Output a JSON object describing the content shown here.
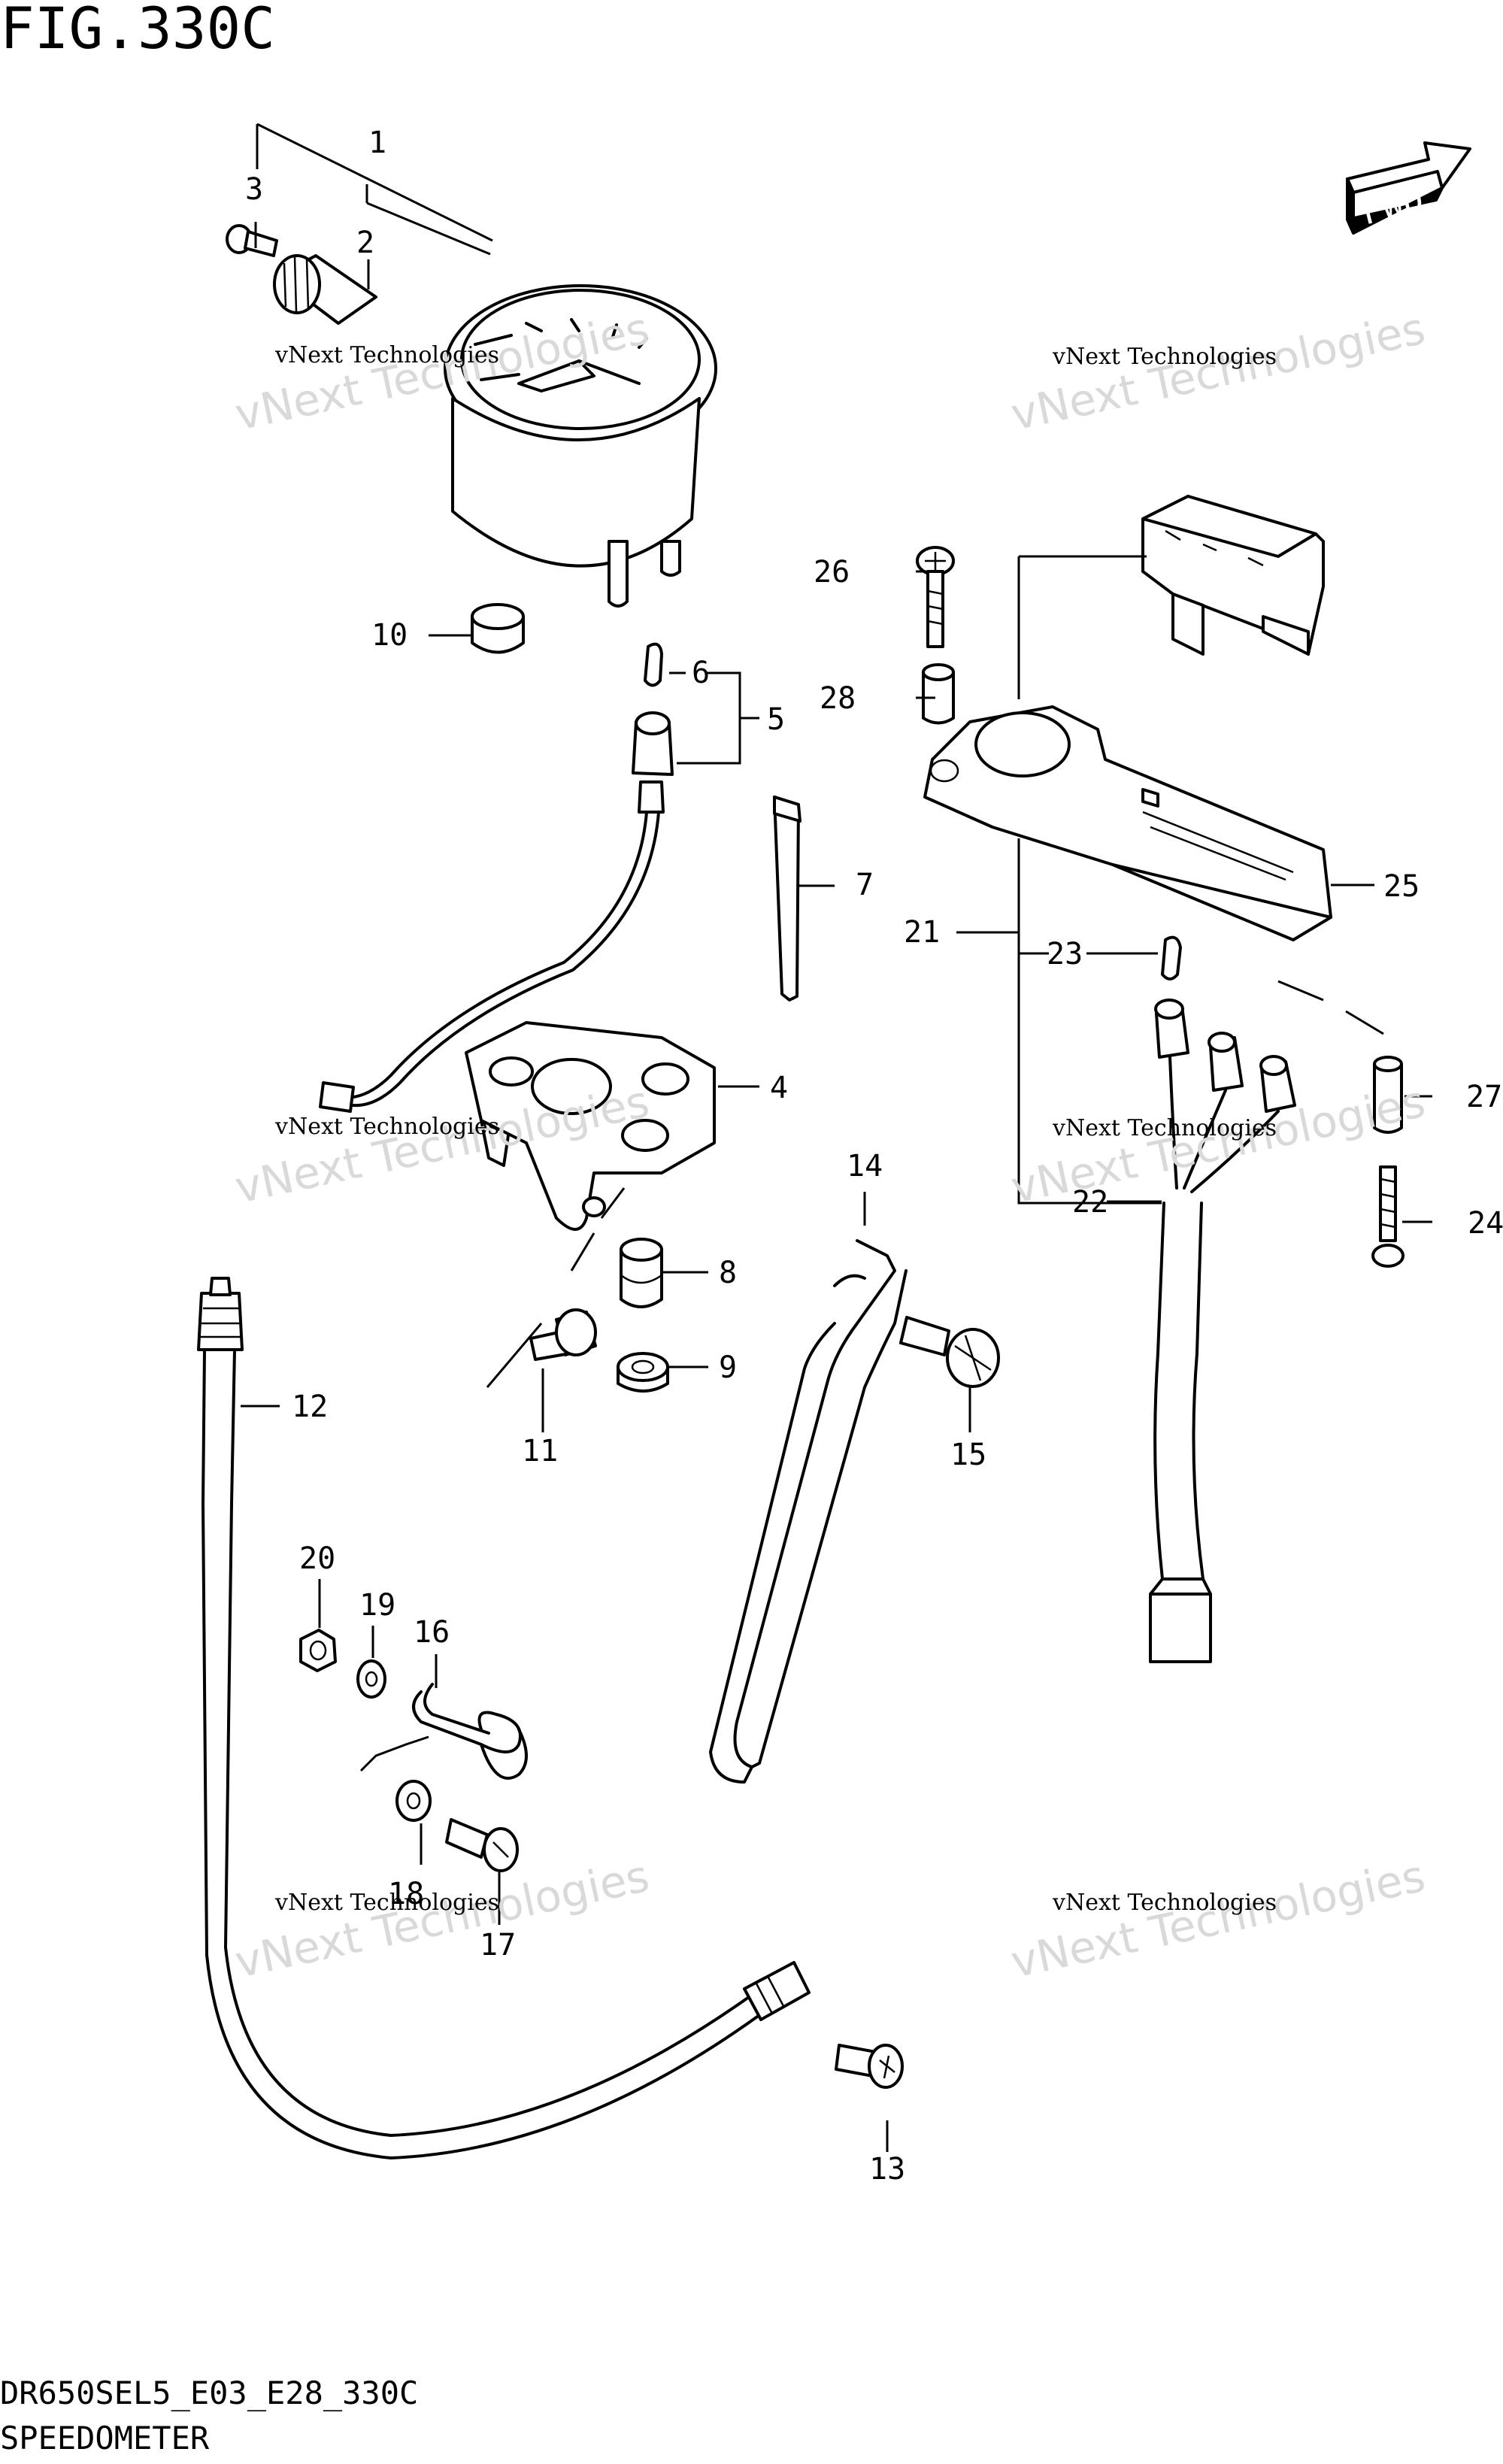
{
  "figure": {
    "title": "FIG.330C",
    "model_code": "DR650SEL5_E03_E28_330C",
    "name": "SPEEDOMETER"
  },
  "arrow_label": "FWD",
  "watermark": {
    "line1": "vNext Technologies",
    "line2": "vNext Technologies"
  },
  "part_numbers": [
    "1",
    "2",
    "3",
    "4",
    "5",
    "6",
    "7",
    "8",
    "9",
    "10",
    "11",
    "12",
    "13",
    "14",
    "15",
    "16",
    "17",
    "18",
    "19",
    "20",
    "21",
    "22",
    "23",
    "24",
    "25",
    "26",
    "27",
    "28"
  ]
}
